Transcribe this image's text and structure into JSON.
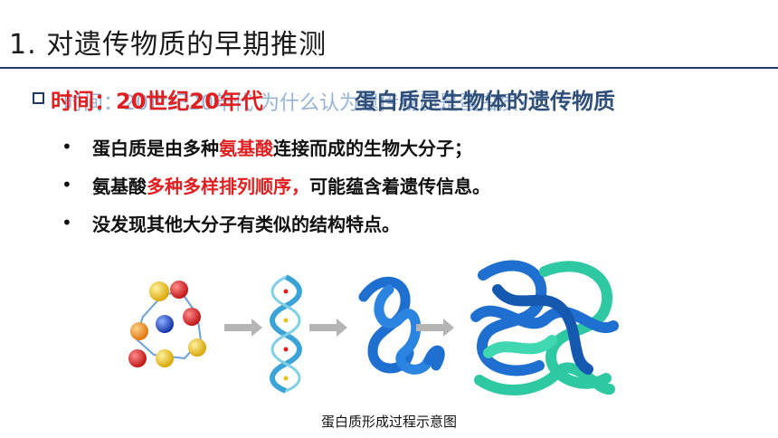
{
  "slide": {
    "title": "1. 对遗传物质的早期推测"
  },
  "question": {
    "ghost_text": "时间：20世纪20年代 为什么认为遗传物质是蛋白质？",
    "time_label": "时间：20世纪20年代",
    "claim_label": "蛋白质是生物体的遗传物质"
  },
  "bullets": [
    {
      "pre": "蛋白质是由多种",
      "highlight": "氨基酸",
      "post": "连接而成的生物大分子；"
    },
    {
      "pre": "氨基酸",
      "highlight": "多种多样排列顺序，",
      "post": "可能蕴含着遗传信息。"
    },
    {
      "pre": "没发现其他大分子有类似的结构特点。",
      "highlight": "",
      "post": ""
    }
  ],
  "bullet_symbol": "•",
  "figure": {
    "caption": "蛋白质形成过程示意图",
    "colors": {
      "amino_red": "#d42a2a",
      "amino_yellow": "#e8c21a",
      "amino_blue": "#1f4fc8",
      "amino_orange": "#f08c1a",
      "arrow_gray": "#b5b5b5",
      "protein_blue": "#1e6fd0",
      "protein_teal": "#2ec9a2"
    }
  },
  "colors": {
    "accent_red": "#e02020",
    "rule_navy": "#1f3b63"
  }
}
